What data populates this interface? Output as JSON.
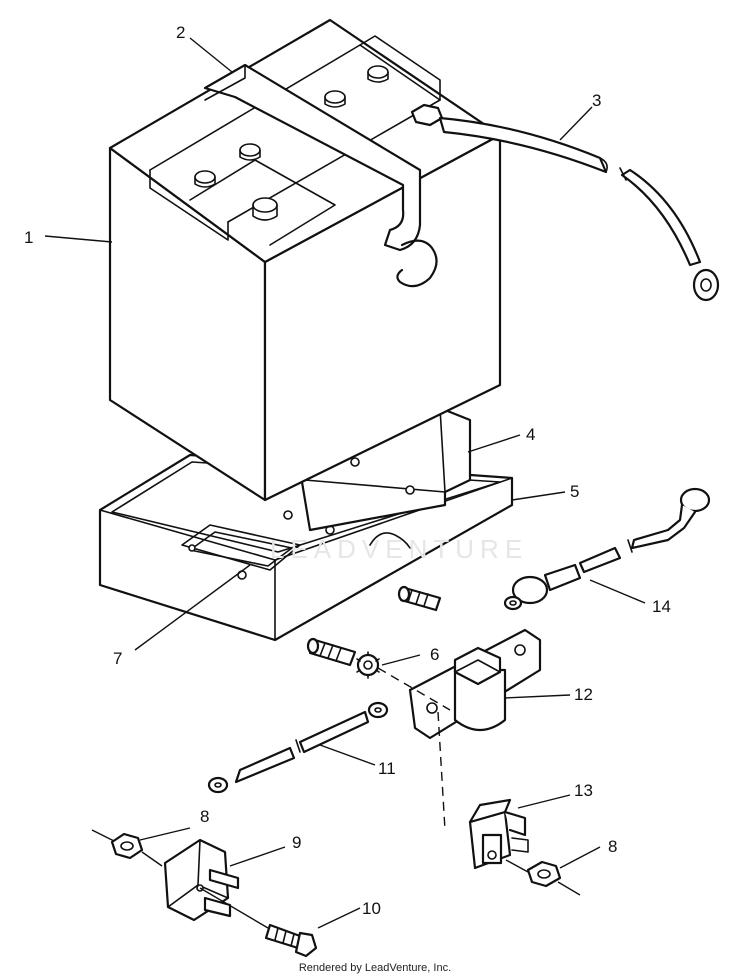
{
  "diagram": {
    "callouts": [
      {
        "id": "1",
        "label": "1"
      },
      {
        "id": "2",
        "label": "2"
      },
      {
        "id": "3",
        "label": "3"
      },
      {
        "id": "4",
        "label": "4"
      },
      {
        "id": "5",
        "label": "5"
      },
      {
        "id": "6",
        "label": "6"
      },
      {
        "id": "7",
        "label": "7"
      },
      {
        "id": "8a",
        "label": "8"
      },
      {
        "id": "8b",
        "label": "8"
      },
      {
        "id": "9",
        "label": "9"
      },
      {
        "id": "10",
        "label": "10"
      },
      {
        "id": "11",
        "label": "11"
      },
      {
        "id": "12",
        "label": "12"
      },
      {
        "id": "13",
        "label": "13"
      },
      {
        "id": "14",
        "label": "14"
      }
    ],
    "watermark": "LEADVENTURE",
    "credit": "Rendered by LeadVenture, Inc."
  }
}
